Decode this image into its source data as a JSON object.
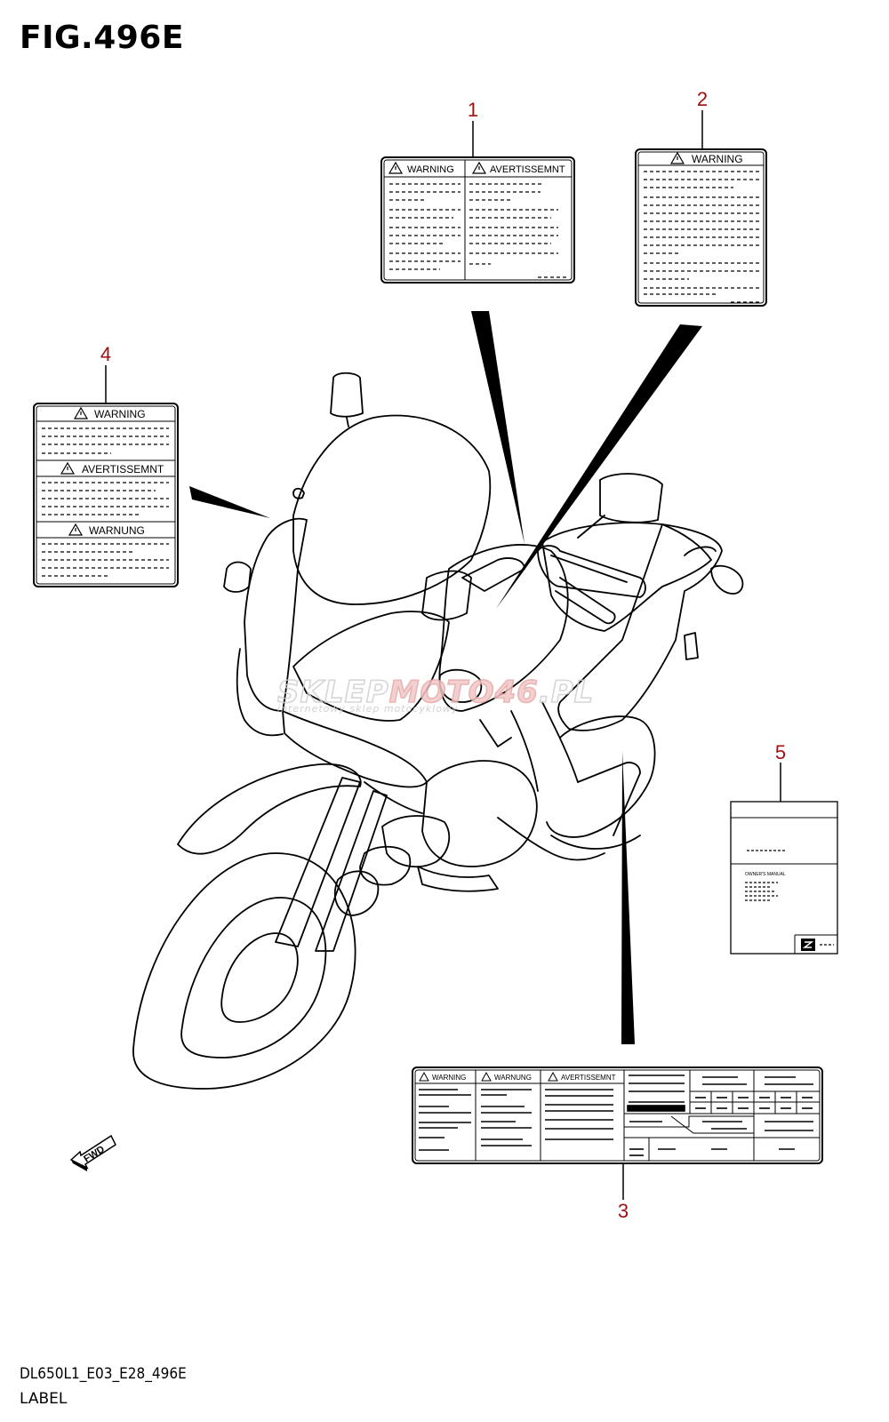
{
  "figure": {
    "title": "FIG.496E",
    "footer_code": "DL650L1_E03_E28_496E",
    "footer_label": "LABEL"
  },
  "callouts": [
    "1",
    "2",
    "3",
    "4",
    "5"
  ],
  "labels": {
    "label1": {
      "left_header": "WARNING",
      "right_header": "AVERTISSEMNT"
    },
    "label2": {
      "header": "WARNING"
    },
    "label3": {
      "header1": "WARNING",
      "header2": "WARNUNG",
      "header3": "AVERTISSEMNT"
    },
    "label4": {
      "header1": "WARNING",
      "header2": "AVERTISSEMNT",
      "header3": "WARNUNG"
    },
    "label5": {
      "small_text": "OWNER'S MANUAL"
    }
  },
  "fwd_arrow": "FWD",
  "watermark": {
    "brand_a": "SKLEP",
    "brand_b": "MOTO",
    "brand_c": "46",
    "brand_d": ".PL",
    "tagline": "internetowy sklep motocyklowy"
  },
  "colors": {
    "callout": "#a01010",
    "line": "#000000"
  }
}
